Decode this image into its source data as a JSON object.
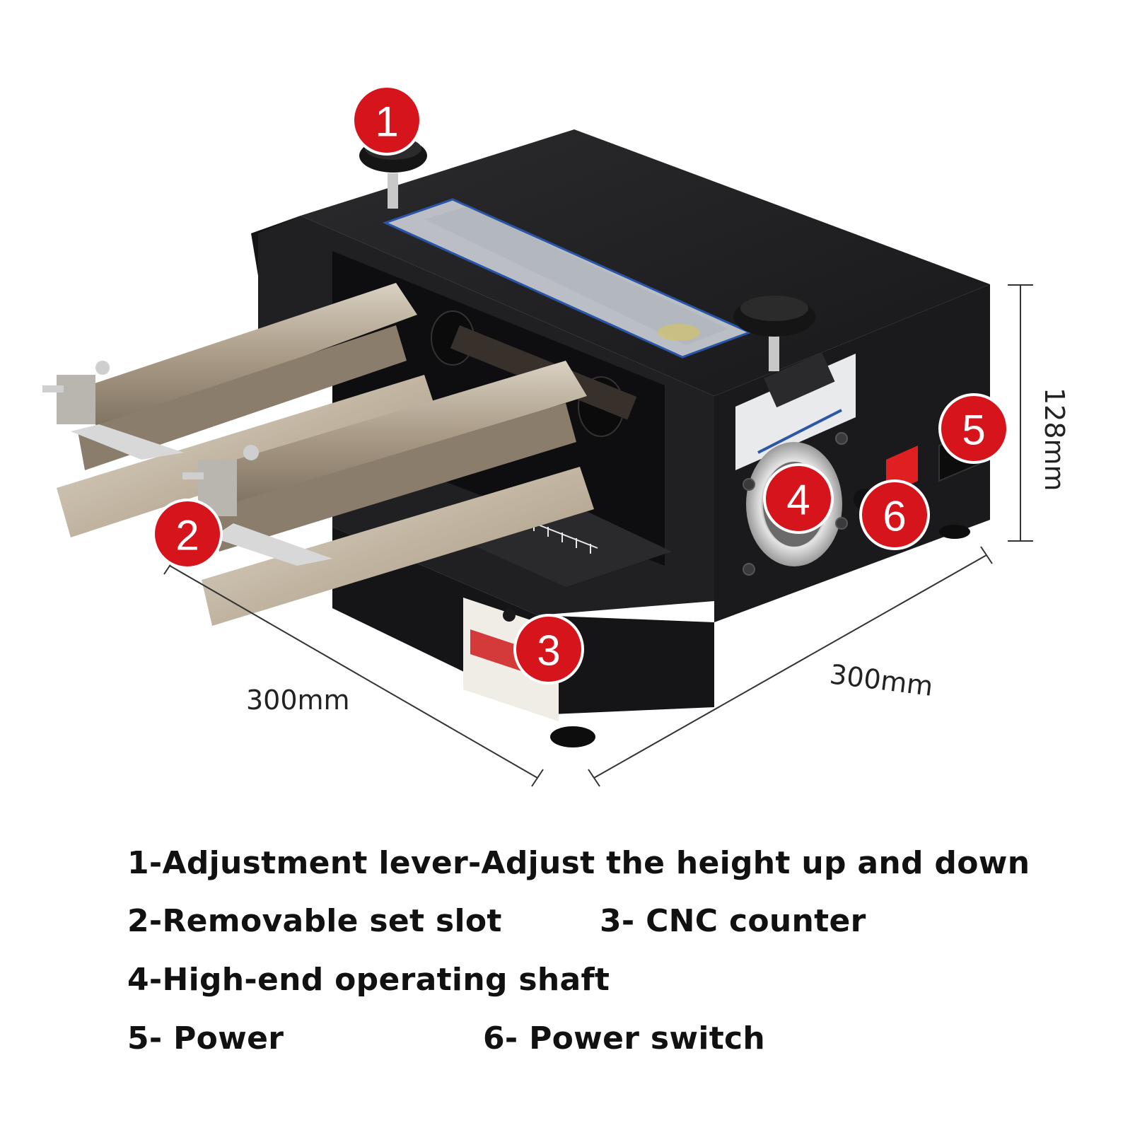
{
  "colors": {
    "badge": "#d6141b",
    "machine_body": "#1c1c1e",
    "steel": "#b7ab98",
    "text": "#111111"
  },
  "callouts": [
    "1",
    "2",
    "3",
    "4",
    "5",
    "6"
  ],
  "dimensions": {
    "height": "128mm",
    "depth": "300mm",
    "width": "300mm"
  },
  "legend": {
    "line1": "1-Adjustment lever-Adjust the height up and down",
    "item2": "2-Removable set slot",
    "item3": "3- CNC counter",
    "item4": "4-High-end operating shaft",
    "item5": "5- Power",
    "item6": "6- Power switch"
  }
}
